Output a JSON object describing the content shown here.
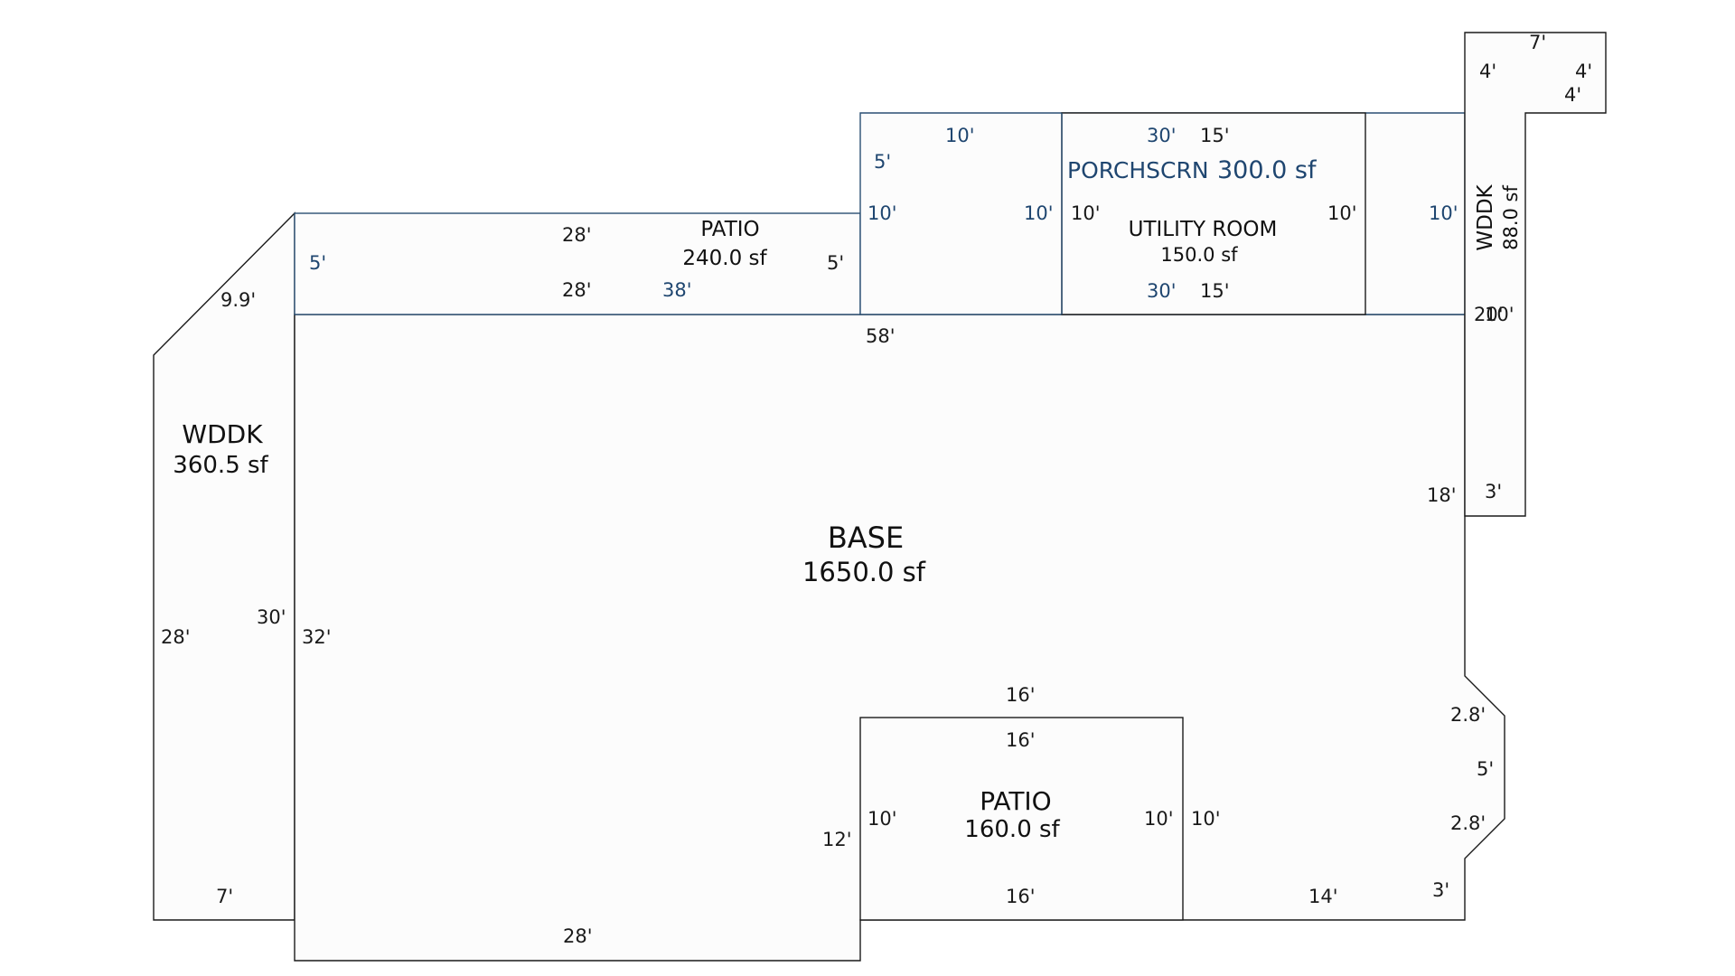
{
  "areas": {
    "base": {
      "name": "BASE",
      "area": "1650.0 sf"
    },
    "wddk_left": {
      "name": "WDDK",
      "area": "360.5 sf"
    },
    "patio_top": {
      "name": "PATIO",
      "area": "240.0 sf"
    },
    "porchscrn": {
      "name": "PORCHSCRN",
      "area": "300.0 sf"
    },
    "utility_room": {
      "name": "UTILITY ROOM",
      "area": "150.0 sf"
    },
    "wddk_right": {
      "name": "WDDK",
      "area": "88.0 sf"
    },
    "patio_bottom": {
      "name": "PATIO",
      "area": "160.0 sf"
    }
  },
  "dimensions": {
    "d_9_9": "9.9'",
    "d_28_wddk_left": "28'",
    "d_30_wddk": "30'",
    "d_7_wddk_bottom": "7'",
    "d_32_base_left": "32'",
    "d_28_base_bottom": "28'",
    "d_12_base": "12'",
    "d_58_base_top": "58'",
    "d_18_base_right": "18'",
    "d_2_8_upper": "2.8'",
    "d_5_bay": "5'",
    "d_2_8_lower": "2.8'",
    "d_3_bottom_right": "3'",
    "d_14_bottom": "14'",
    "d_16_above_patio": "16'",
    "d_16_patio_top": "16'",
    "d_16_patio_bottom": "16'",
    "d_10_patio_left": "10'",
    "d_10_patio_right_in": "10'",
    "d_10_patio_right_out": "10'",
    "d_28_patio_top_upper": "28'",
    "d_28_patio_top_lower": "28'",
    "d_5_patio_top_right": "5'",
    "d_5_patio_top_left": "5'",
    "d_38_blue": "38'",
    "d_10_porch_top": "10'",
    "d_5_porch_side": "5'",
    "d_10_porch_left_in": "10'",
    "d_10_porch_right_in": "10'",
    "d_30_porch_top": "30'",
    "d_15_util_top": "15'",
    "d_10_util_left": "10'",
    "d_10_util_right": "10'",
    "d_30_porch_bottom": "30'",
    "d_15_util_bottom": "15'",
    "d_10_porch_far_right": "10'",
    "d_7_wddk_right_top": "7'",
    "d_4_wddk_right_left": "4'",
    "d_4_wddk_right_top": "4'",
    "d_4_wddk_right_side": "4'",
    "d_20_wddk_right": "20'",
    "d_10_wddk_right_overlap": "10'",
    "d_3_wddk_right_bottom": "3'"
  }
}
